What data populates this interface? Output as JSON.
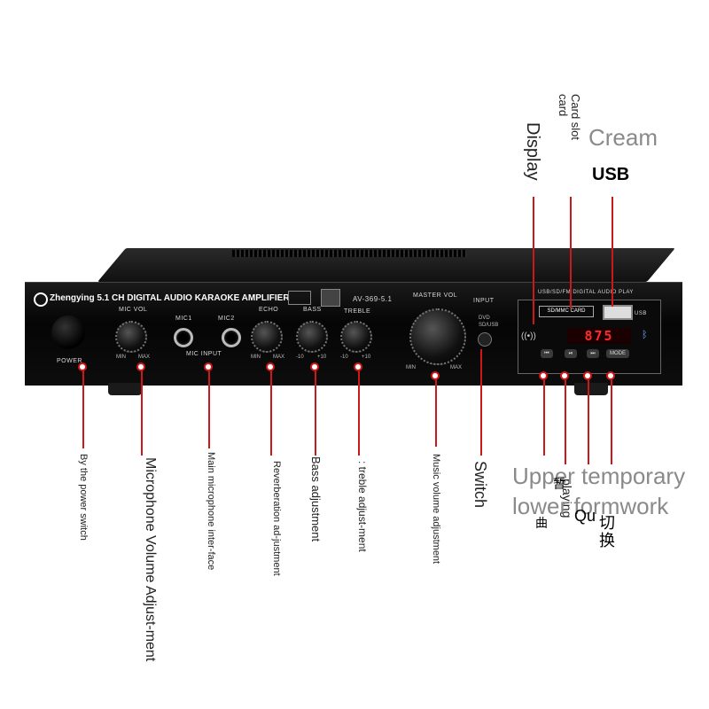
{
  "panel": {
    "brand": "Zhengying 5.1 CH DIGITAL AUDIO KARAOKE AMPLIFIER",
    "model": "AV-369-5.1",
    "power": "POWER",
    "mic_vol": "MIC VOL",
    "mic1": "MIC1",
    "mic2": "MIC2",
    "mic_input": "MIC INPUT",
    "echo": "ECHO",
    "bass": "BASS",
    "treble": "TREBLE",
    "master_vol": "MASTER VOL",
    "input": "INPUT",
    "dvd": "DVD",
    "sd_usb": "SD/USB",
    "min": "MIN",
    "max": "MAX",
    "minus10": "-10",
    "plus10": "+10",
    "module_title": "USB/SD/FM DIGITAL AUDIO PLAY",
    "sd_card": "SD/MMC CARD",
    "usb": "USB",
    "display_value": "875",
    "mode": "MODE"
  },
  "callouts": {
    "power_switch": "By the power switch",
    "mic_volume": "Microphone Volume Adjust-ment",
    "main_mic": "Main microphone inter-face",
    "reverb": "Reverberation ad-justment",
    "bass": "Bass adjustment",
    "treble": ": treble adjust-ment",
    "music_volume": "Music volume adjustment",
    "switch": "Switch",
    "display": "Display",
    "card_slot": "Card slot card",
    "cream": "Cream",
    "usb": "USB",
    "upper_temporary": "Upper temporary",
    "lower_formwork": "lower formwork",
    "qu": "Qu",
    "qie_huan": "切换",
    "qu_char": "曲",
    "playing": "playing",
    "zan": "暂"
  },
  "colors": {
    "pointer": "#d01717",
    "display_led": "#ff2a2a"
  }
}
